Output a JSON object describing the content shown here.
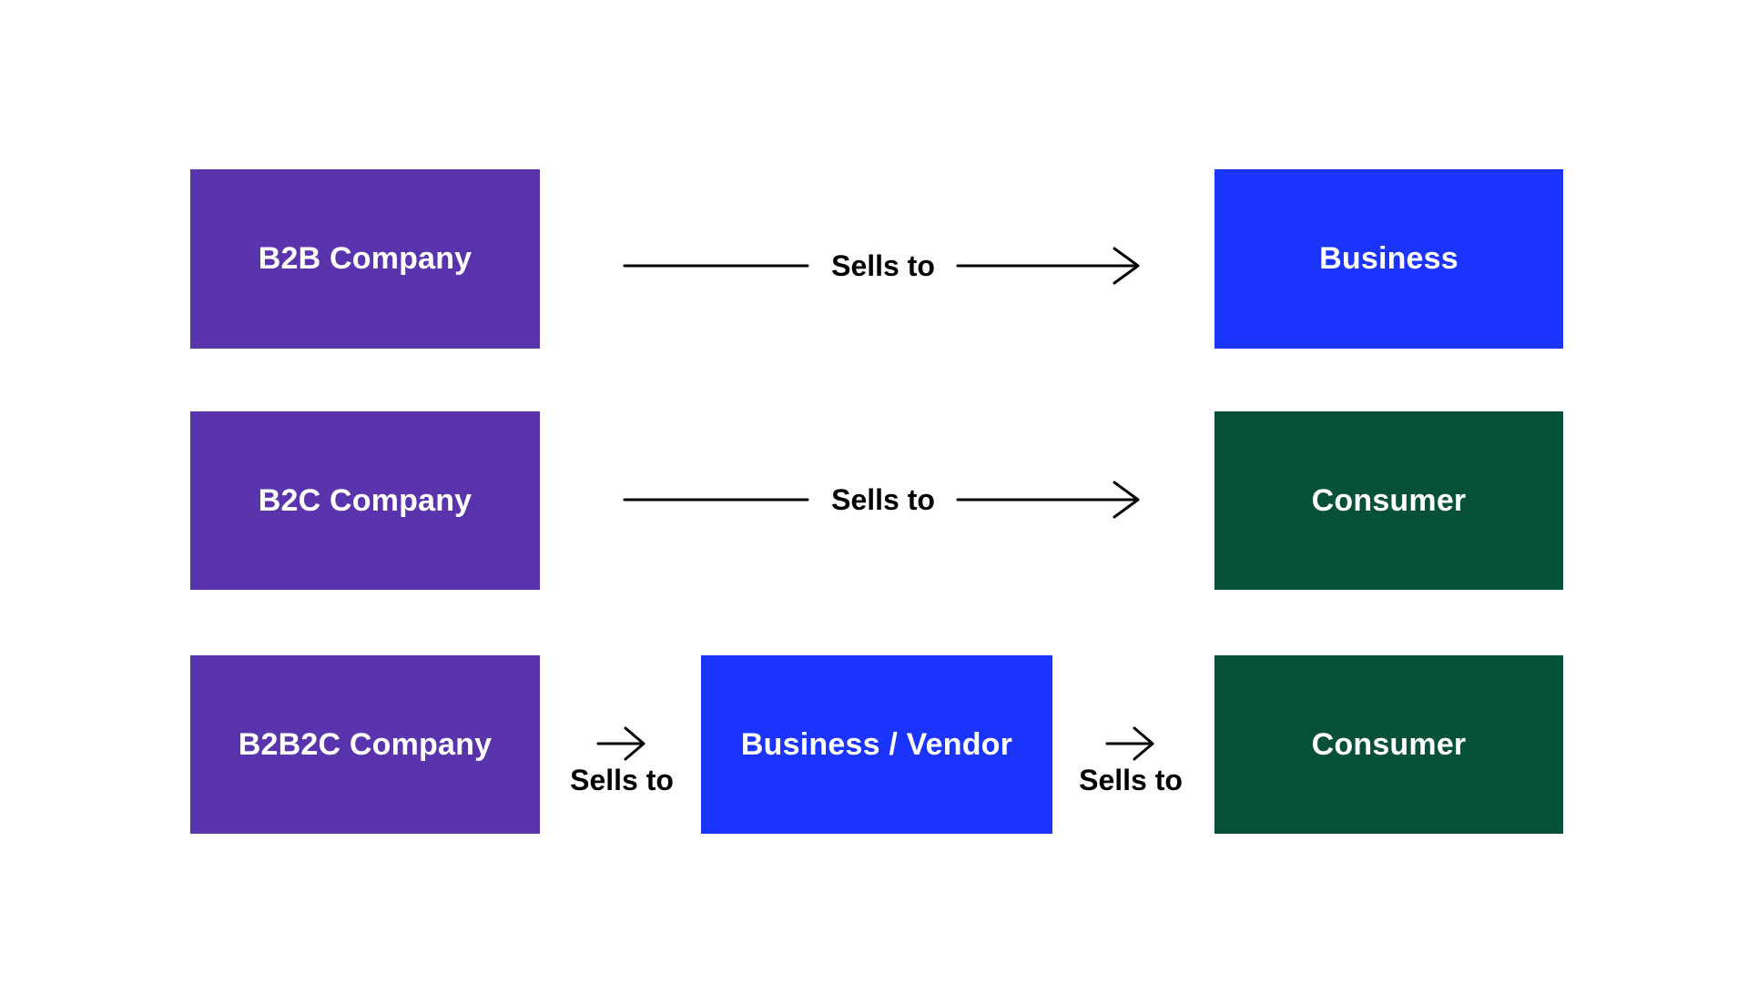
{
  "diagram": {
    "colors": {
      "purple": "#5A34AD",
      "blue": "#1B34FC",
      "green": "#07513A",
      "arrow": "#000000",
      "background": "#FFFFFF",
      "box_text": "#FFFFFF",
      "relation_text": "#000000"
    },
    "rows": [
      {
        "source": {
          "label": "B2B Company",
          "color": "purple"
        },
        "relation": "Sells to",
        "target": {
          "label": "Business",
          "color": "blue"
        }
      },
      {
        "source": {
          "label": "B2C Company",
          "color": "purple"
        },
        "relation": "Sells to",
        "target": {
          "label": "Consumer",
          "color": "green"
        }
      },
      {
        "source": {
          "label": "B2B2C Company",
          "color": "purple"
        },
        "relation1": "Sells to",
        "middle": {
          "label": "Business / Vendor",
          "color": "blue"
        },
        "relation2": "Sells to",
        "target": {
          "label": "Consumer",
          "color": "green"
        }
      }
    ]
  }
}
